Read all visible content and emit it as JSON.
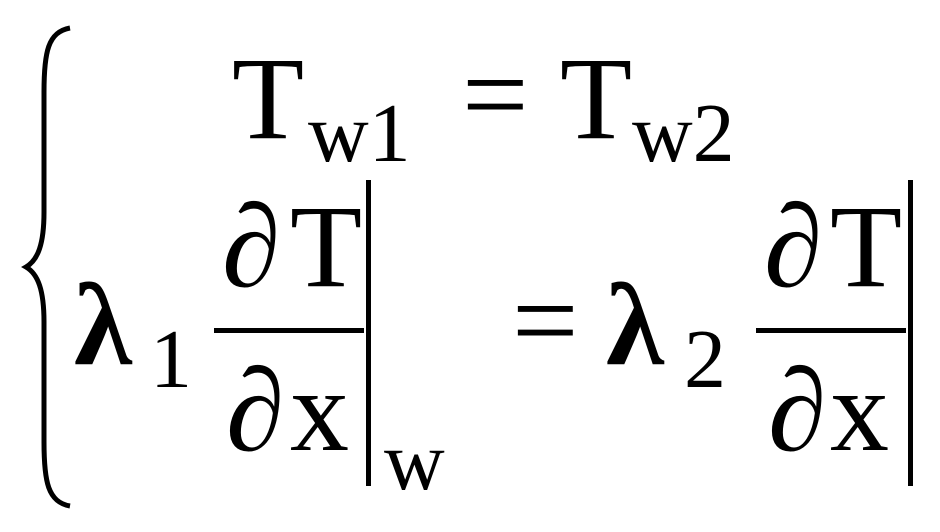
{
  "equation": {
    "row1": {
      "lhs_symbol": "T",
      "lhs_subscript": "w1",
      "equals": "=",
      "rhs_symbol": "T",
      "rhs_subscript": "w2"
    },
    "row2": {
      "lhs_coef": "λ",
      "lhs_coef_subscript": "1",
      "lhs_numerator_partial": "∂",
      "lhs_numerator_var": "T",
      "lhs_denominator_partial": "∂",
      "lhs_denominator_var": "x",
      "eval_subscript": "w",
      "equals": "=",
      "rhs_coef": "λ",
      "rhs_coef_subscript": "2",
      "rhs_numerator_partial": "∂",
      "rhs_numerator_var": "T",
      "rhs_denominator_partial": "∂",
      "rhs_denominator_var": "x"
    }
  }
}
